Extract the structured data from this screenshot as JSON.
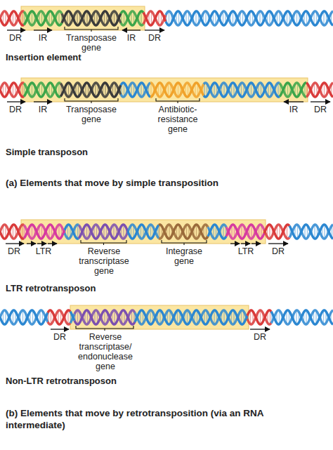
{
  "diagram": {
    "labels": [
      "DR",
      "IR",
      "Transposase gene",
      "IR",
      "DR",
      "Insertion element",
      "DR",
      "IR",
      "Transposase gene",
      "Antibiotic- resistance gene",
      "IR",
      "DR",
      "Simple transposon",
      "(a) Elements that move by simple transposition",
      "DR",
      "LTR",
      "Reverse transcriptase gene",
      "Integrase gene",
      "LTR",
      "DR",
      "LTR retrotransposon",
      "DR",
      "Reverse transcriptase/ endonuclease gene",
      "DR",
      "Non-LTR retrotransposon",
      "(b) Elements that move by retrotransposition (via an RNA intermediate)"
    ]
  }
}
